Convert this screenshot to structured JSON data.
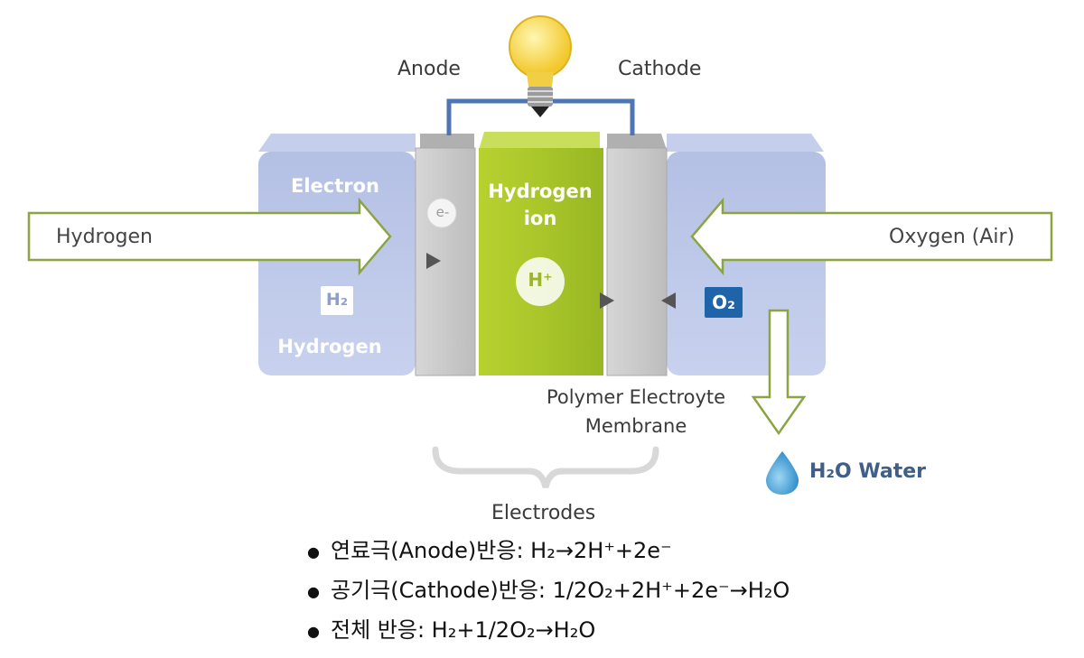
{
  "diagram": {
    "anode_label": "Anode",
    "cathode_label": "Cathode",
    "electron_label": "Electron",
    "electron_symbol": "e-",
    "h2_badge": "H₂",
    "hydrogen_side_label": "Hydrogen",
    "hydrogen_ion_line1": "Hydrogen",
    "hydrogen_ion_line2": "ion",
    "h_plus_symbol": "H⁺",
    "o2_badge": "O₂",
    "hydrogen_input": "Hydrogen",
    "oxygen_input": "Oxygen (Air)",
    "membrane_line1": "Polymer Electroyte",
    "membrane_line2": "Membrane",
    "electrodes_label": "Electrodes",
    "water_label": "H₂O Water"
  },
  "colors": {
    "blue_chamber": "#aab7dd",
    "blue_chamber_light": "#c9d2ec",
    "gray_electrode": "#c9c9c9",
    "green_membrane": "#a8c629",
    "wire": "#5077b4",
    "o2_badge": "#1f64a8",
    "bulb": "#f6d645",
    "arrow_outline": "#8aa442",
    "water_drop": "#4aa3d6"
  },
  "equations": [
    {
      "text": "연료극(Anode)반응: H₂→2H⁺+2e⁻"
    },
    {
      "text": "공기극(Cathode)반응: 1/2O₂+2H⁺+2e⁻→H₂O"
    },
    {
      "text": "전체 반응: H₂+1/2O₂→H₂O"
    }
  ]
}
